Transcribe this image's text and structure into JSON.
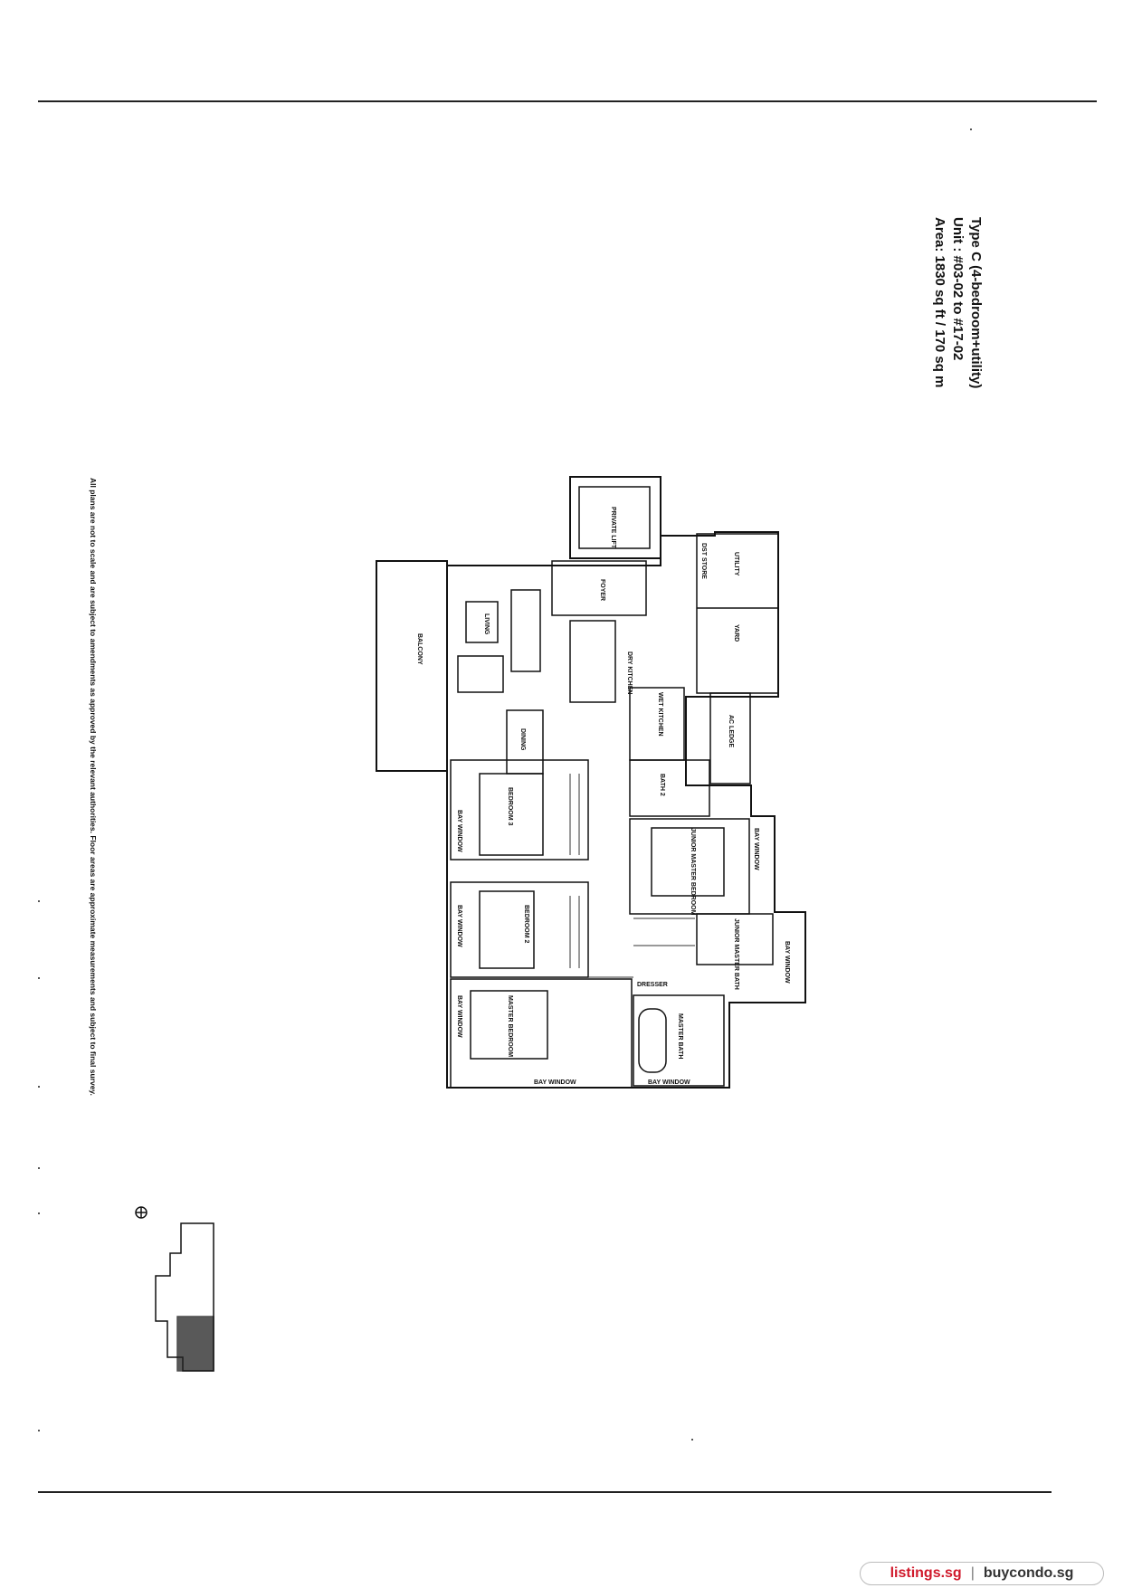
{
  "unit": {
    "type_line": "Type C (4-bedroom+utility)",
    "unit_line": "Unit : #03-02 to #17-02",
    "area_line": "Area: 1830 sq ft / 170 sq m"
  },
  "disclaimer": "All plans are not to scale and are subject to amendments as approved by the relevant authorities. Floor areas are approximate measurements and subject to final survey.",
  "rooms": {
    "private_lift": "PRIVATE LIFT",
    "foyer": "FOYER",
    "utility": "UTILITY",
    "dst_store": "DST STORE",
    "yard": "YARD",
    "living": "LIVING",
    "balcony": "BALCONY",
    "dry_kitchen": "DRY KITCHEN",
    "wet_kitchen": "WET KITCHEN",
    "dining": "DINING",
    "ac_ledge": "AC LEDGE",
    "bath_2": "BATH 2",
    "bedroom_3": "BEDROOM 3",
    "bedroom_2": "BEDROOM 2",
    "junior_master_bedroom": "JUNIOR MASTER BEDROOM",
    "junior_master_bath": "JUNIOR MASTER BATH",
    "master_bedroom": "MASTER BEDROOM",
    "master_bath": "MASTER BATH",
    "dresser": "DRESSER",
    "bay_window": "BAY WINDOW"
  },
  "footer": {
    "brand_primary": "listings.sg",
    "separator": "|",
    "brand_secondary": "buycondo.sg"
  }
}
